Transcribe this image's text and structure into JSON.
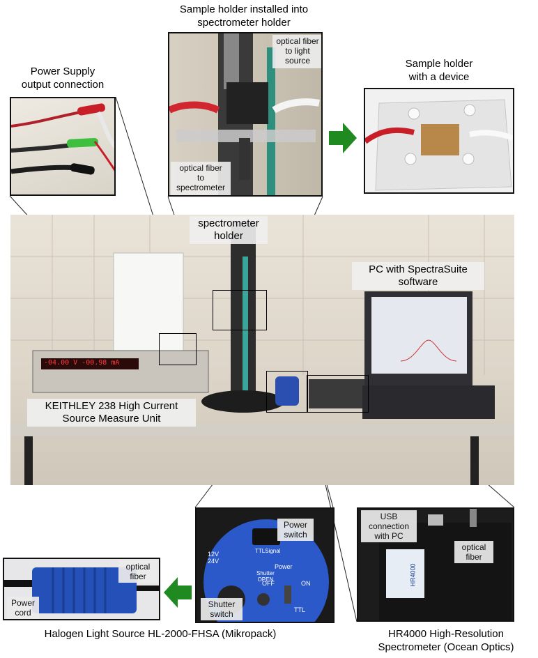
{
  "captions": {
    "sample_holder_installed": "Sample holder installed into\nspectrometer holder",
    "power_supply": "Power Supply\noutput connection",
    "sample_holder_device": "Sample holder\nwith a device",
    "halogen": "Halogen Light Source HL-2000-FHSA (Mikropack)",
    "hr4000": "HR4000 High-Resolution\nSpectrometer (Ocean Optics)"
  },
  "top_photo_labels": {
    "fiber_light": "optical fiber\nto light\nsource",
    "fiber_spectrometer": "optical fiber\nto\nspectrometer"
  },
  "main_photo_labels": {
    "spectrometer_holder": "spectrometer\nholder",
    "pc": "PC with SpectraSuite\nsoftware",
    "keithley": "KEITHLEY 238 High Current\nSource Measure Unit",
    "keithley_display": "-04.00 V  -00.98 mA"
  },
  "light_source_labels": {
    "power_switch": "Power\nswitch",
    "shutter_switch": "Shutter\nswitch",
    "optical_fiber": "optical\nfiber",
    "power_cord": "Power\ncord",
    "off": "OFF",
    "on": "ON",
    "power_text": "Power",
    "shutter_open": "Shutter\nOPEN",
    "ttl": "TTL",
    "voltage": "12V\n24V",
    "signal": "TTLSignal"
  },
  "spectrometer_labels": {
    "usb": "USB\nconnection\nwith PC",
    "optical_fiber": "optical\nfiber",
    "device_text": "HR4000"
  },
  "colors": {
    "green_arrow": "#1f8a1f",
    "photo_border": "#111111",
    "label_bg": "#ebebeb"
  }
}
